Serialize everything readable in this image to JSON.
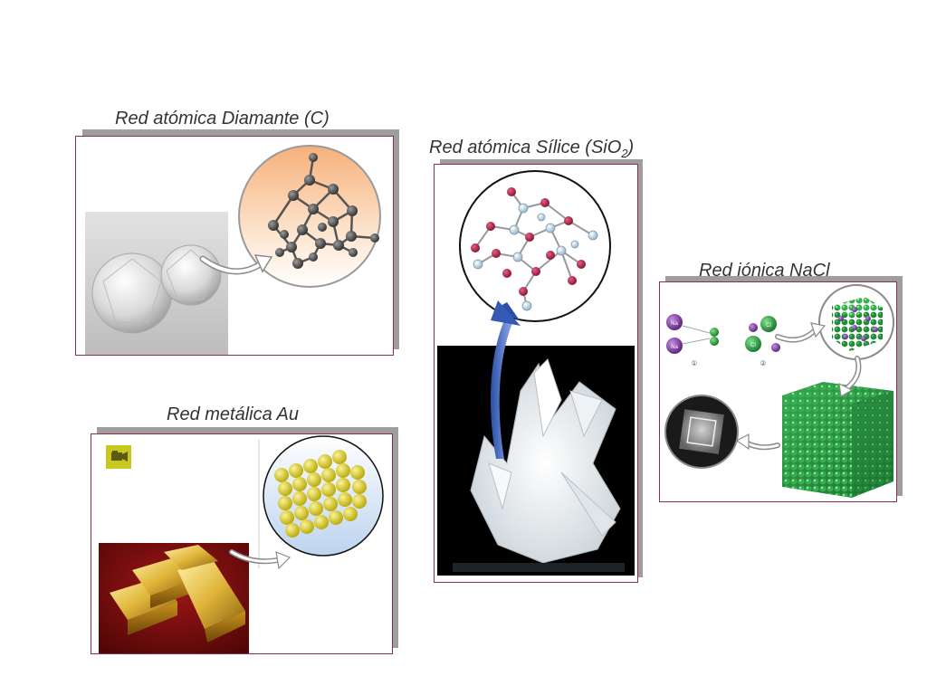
{
  "diamante": {
    "title": "Red atómica Diamante  (C)"
  },
  "silice": {
    "title_prefix": "Red atómica Sílice  (SiO",
    "title_sub": "2",
    "title_suffix": ")"
  },
  "nacl": {
    "title": "Red iónica NaCl",
    "atom_na": "Na",
    "atom_cl": "Cl",
    "step_1": "①",
    "step_2": "②"
  },
  "metalica": {
    "title": "Red metálica Au"
  },
  "colors": {
    "border": "#8a2f4a",
    "shadow": "#9e9e9e",
    "title_text": "#333333",
    "video_badge": "#c8c81e"
  },
  "icons": [
    "arrow-icon",
    "video-camera-icon"
  ]
}
